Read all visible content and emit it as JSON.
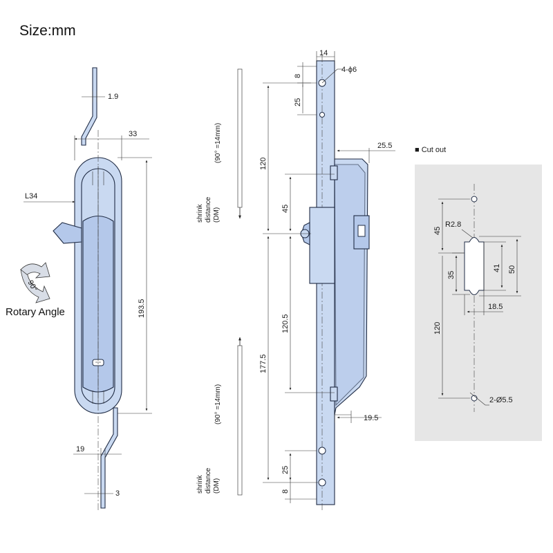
{
  "title": "Size:mm",
  "left_view": {
    "dim_top_offset": "1.9",
    "dim_width": "33",
    "dim_length": "193.5",
    "dim_handle": "L34",
    "rotary_angle_value": "90°",
    "rotary_angle_label": "Rotary Angle",
    "dim_bottom_offset": "19",
    "dim_rod": "3"
  },
  "middle_view": {
    "dim_strip_width": "14",
    "dim_hole_pitch_small": "8",
    "dim_hole_pitch": "25",
    "hole_label": "4-ϕ6",
    "dim_upper": "120",
    "dim_depth": "25.5",
    "dim_45": "45",
    "dim_120_5": "120.5",
    "dim_177_5": "177.5",
    "dim_19_5": "19.5",
    "dim_bottom_25": "25",
    "dim_bottom_8": "8",
    "shrink_top": {
      "l1": "shrink",
      "l2": "distance",
      "l3": "(DM)",
      "angle": "(90° =14mm)"
    },
    "shrink_bottom": {
      "l1": "shrink",
      "l2": "distance",
      "l3": "(DM)",
      "angle": "(90° =14mm)"
    }
  },
  "cutout": {
    "title": "■ Cut out",
    "dim_45": "45",
    "dim_r": "R2.8",
    "dim_41": "41",
    "dim_50": "50",
    "dim_35": "35",
    "dim_18_5": "18.5",
    "dim_120": "120",
    "hole_label": "2-Ø5.5"
  },
  "colors": {
    "part": "#c9d9f1",
    "cutout_bg": "#e6e6e6"
  }
}
